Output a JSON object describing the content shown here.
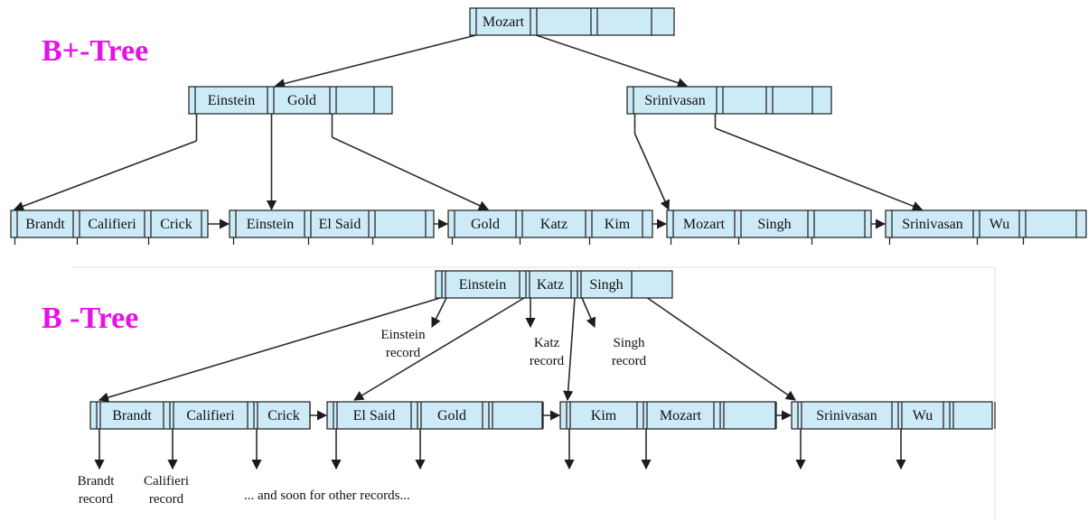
{
  "colors": {
    "heading": "#e810e8",
    "node_fill": "#cdeaf7",
    "line": "#1c1c1c",
    "divider": "#e0e0e0"
  },
  "bplus": {
    "title": "B+-Tree",
    "root": {
      "keys": [
        "Mozart",
        "",
        ""
      ]
    },
    "internal": [
      {
        "keys": [
          "Einstein",
          "Gold",
          ""
        ]
      },
      {
        "keys": [
          "Srinivasan",
          "",
          ""
        ]
      }
    ],
    "leaves": [
      {
        "keys": [
          "Brandt",
          "Califieri",
          "Crick"
        ]
      },
      {
        "keys": [
          "Einstein",
          "El Said",
          ""
        ]
      },
      {
        "keys": [
          "Gold",
          "Katz",
          "Kim"
        ]
      },
      {
        "keys": [
          "Mozart",
          "Singh",
          ""
        ]
      },
      {
        "keys": [
          "Srinivasan",
          "Wu",
          ""
        ]
      }
    ]
  },
  "btree": {
    "title": "B -Tree",
    "root": {
      "keys": [
        "Einstein",
        "Katz",
        "Singh"
      ]
    },
    "root_records": [
      "Einstein\nrecord",
      "Katz\nrecord",
      "Singh\nrecord"
    ],
    "leaves": [
      {
        "keys": [
          "Brandt",
          "Califieri",
          "Crick"
        ]
      },
      {
        "keys": [
          "El Said",
          "Gold",
          ""
        ]
      },
      {
        "keys": [
          "Kim",
          "Mozart",
          ""
        ]
      },
      {
        "keys": [
          "Srinivasan",
          "Wu",
          ""
        ]
      }
    ],
    "leaf_records": [
      "Brandt\nrecord",
      "Califieri\nrecord"
    ],
    "footnote": "... and soon for other records..."
  }
}
